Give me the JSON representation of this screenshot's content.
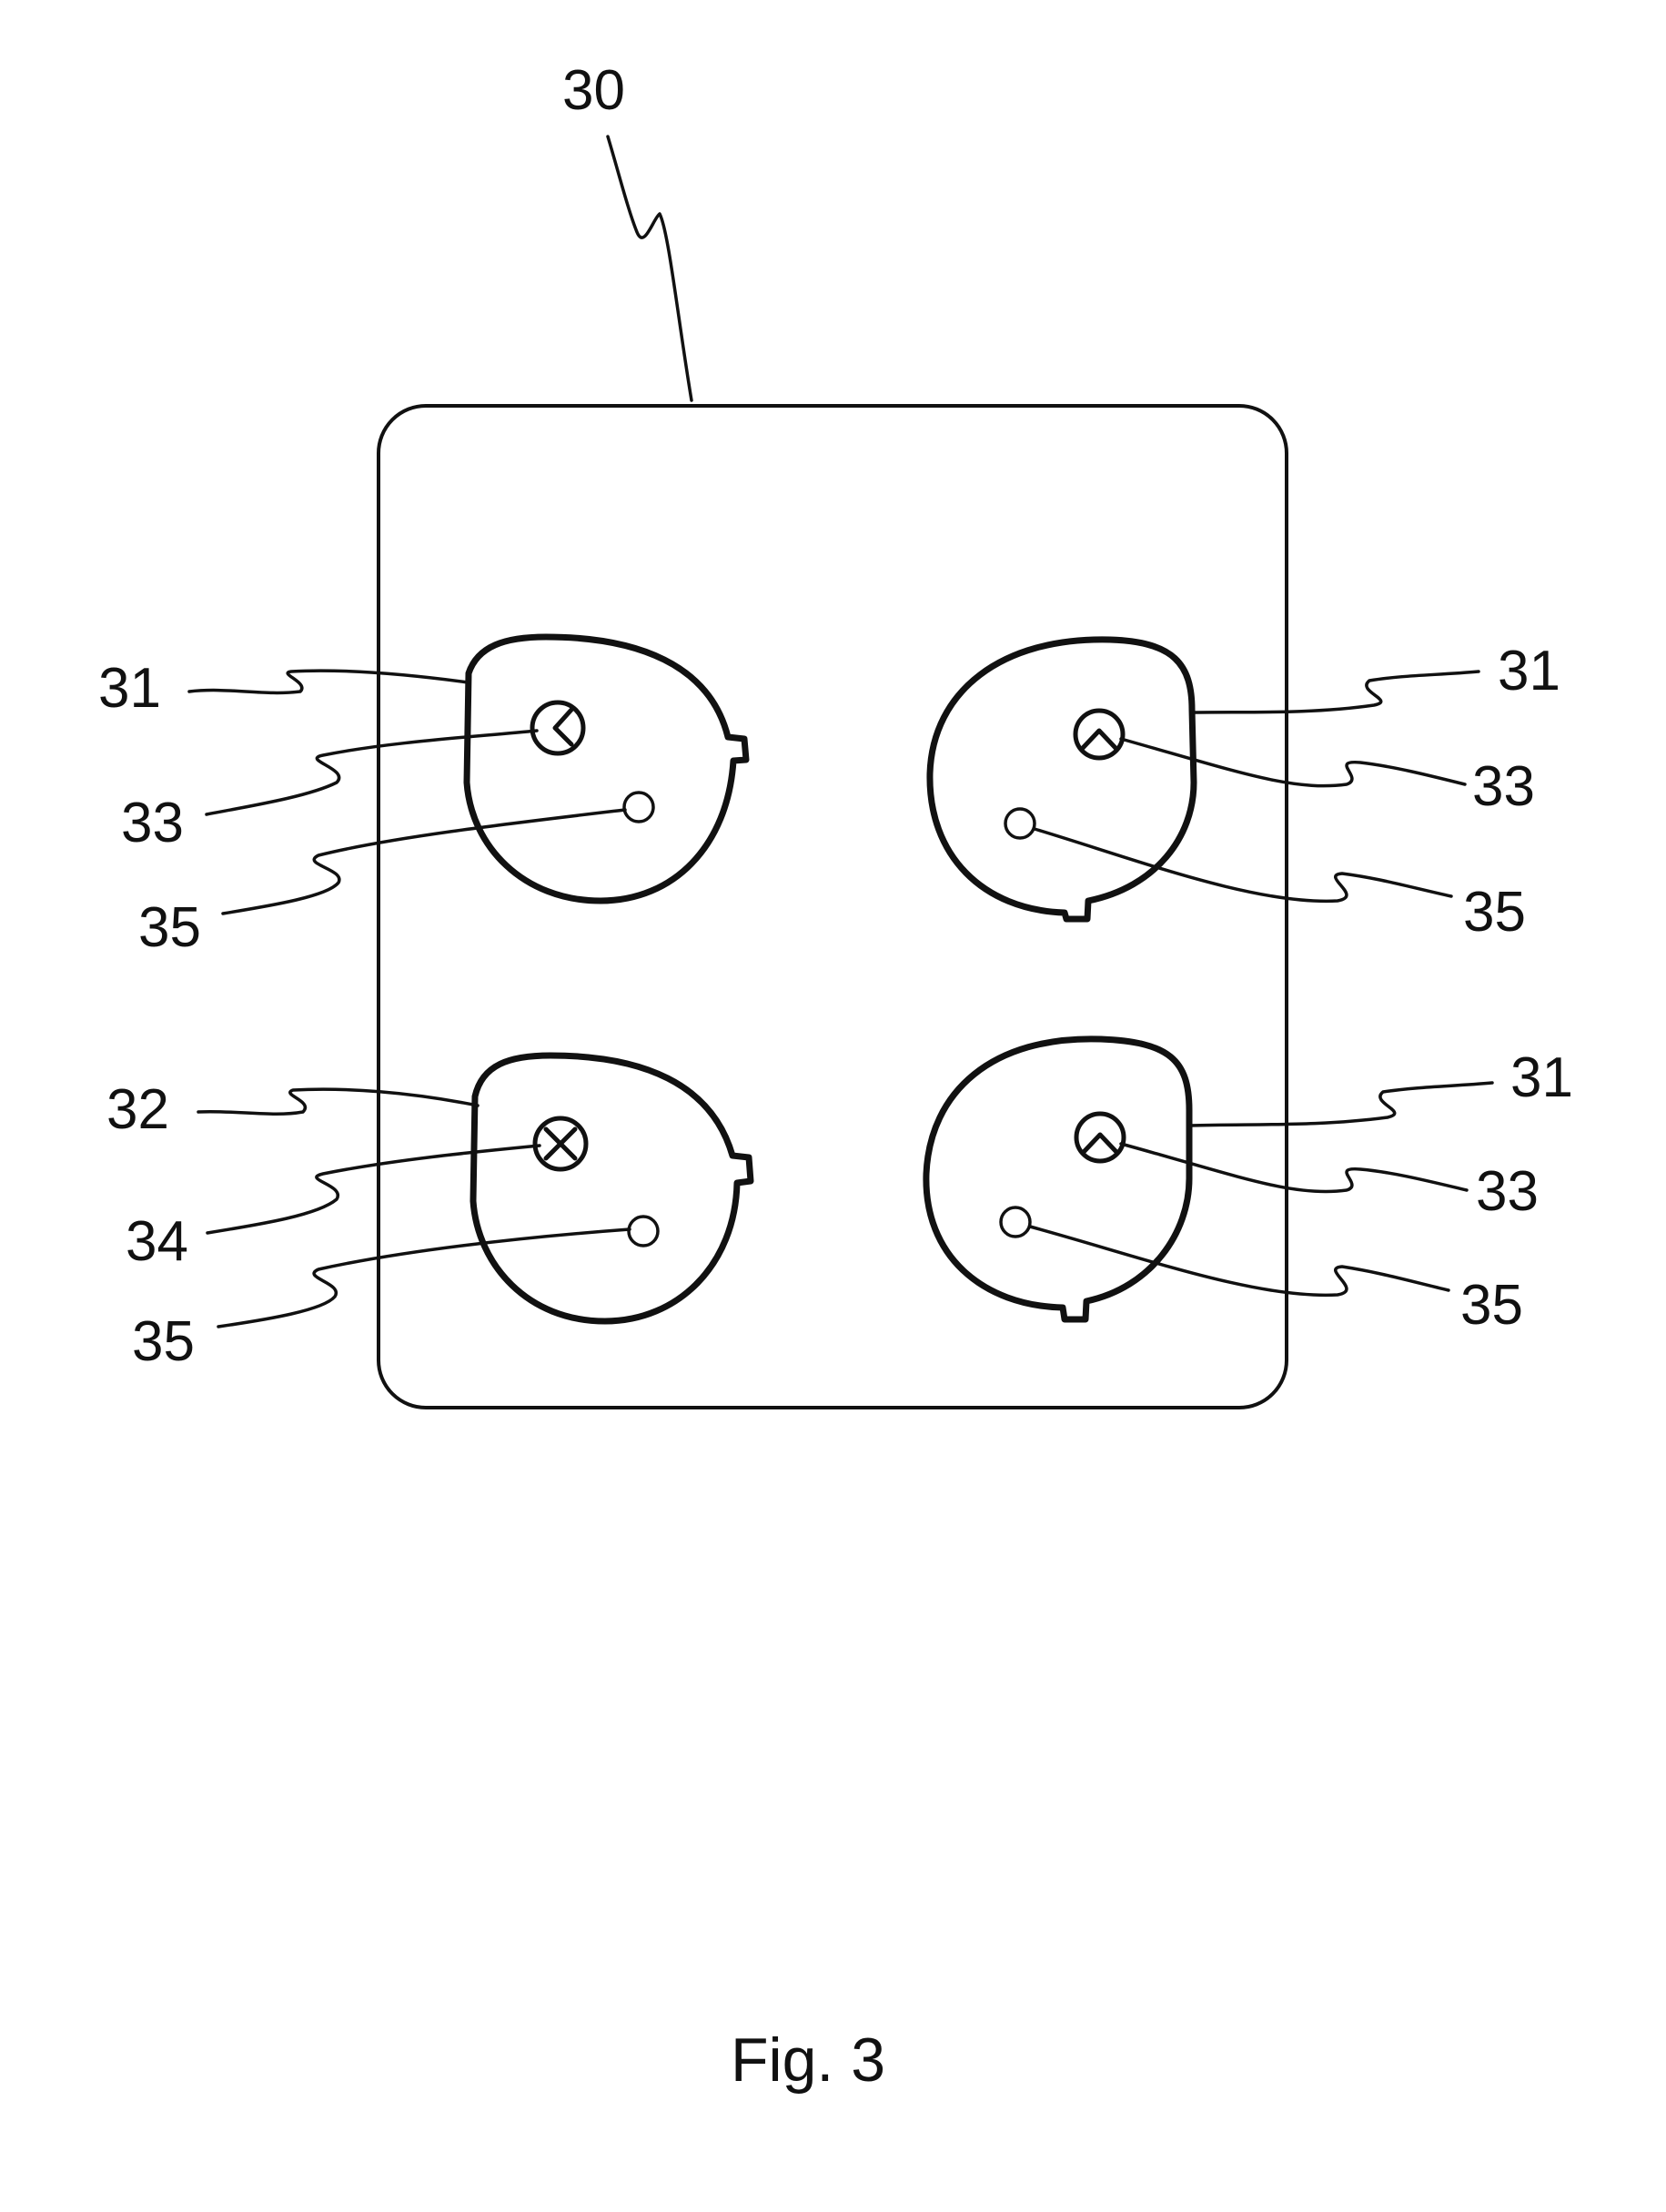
{
  "figure": {
    "caption": "Fig. 3",
    "labels": {
      "top": "30",
      "ul_cap": "31",
      "ul_marker": "33",
      "ul_hole": "35",
      "ur_cap": "31",
      "ur_marker": "33",
      "ur_hole": "35",
      "ll_cap": "32",
      "ll_marker": "34",
      "ll_hole": "35",
      "lr_cap": "31",
      "lr_marker": "33",
      "lr_hole": "35"
    }
  }
}
